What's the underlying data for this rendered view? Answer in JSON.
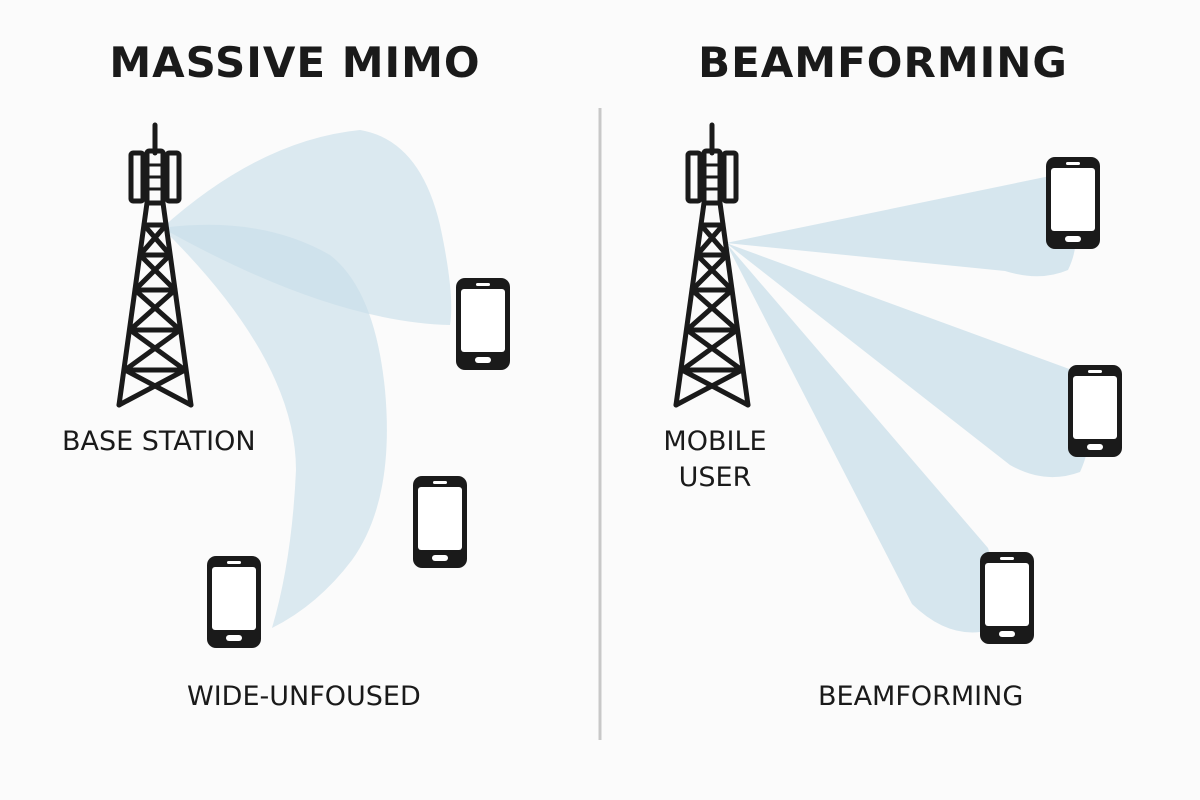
{
  "left_panel": {
    "title": "MASSIVE MIMO",
    "tower_label": "BASE STATION",
    "caption": "WIDE-UNFOUSED"
  },
  "right_panel": {
    "title": "BEAMFORMING",
    "tower_label_line1": "MOBILE",
    "tower_label_line2": "USER",
    "caption": "BEAMFORMING"
  },
  "colors": {
    "beam": "#c9dfe9",
    "ink": "#1a1a1a",
    "divider": "#c8c8c8",
    "background": "#fbfbfb"
  },
  "icons": [
    "cell-tower-icon",
    "smartphone-icon"
  ]
}
